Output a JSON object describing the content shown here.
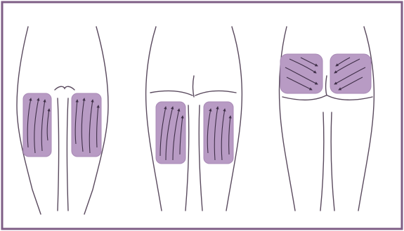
{
  "colors": {
    "frame": "#7e5e86",
    "outline": "#5a4a5e",
    "zone_fill": "#b89bc4",
    "zone_stroke": "#a98ab6",
    "arrow": "#3f2f48",
    "background": "#ffffff"
  },
  "figures": [
    {
      "view": "front-thighs",
      "zones": [
        {
          "side": "left",
          "stroke_direction": "upward"
        },
        {
          "side": "right",
          "stroke_direction": "upward"
        }
      ]
    },
    {
      "view": "back-thighs",
      "zones": [
        {
          "side": "left",
          "stroke_direction": "upward"
        },
        {
          "side": "right",
          "stroke_direction": "upward"
        }
      ]
    },
    {
      "view": "buttocks",
      "zones": [
        {
          "side": "left",
          "stroke_direction": "inward-down"
        },
        {
          "side": "right",
          "stroke_direction": "inward-down"
        }
      ]
    }
  ]
}
